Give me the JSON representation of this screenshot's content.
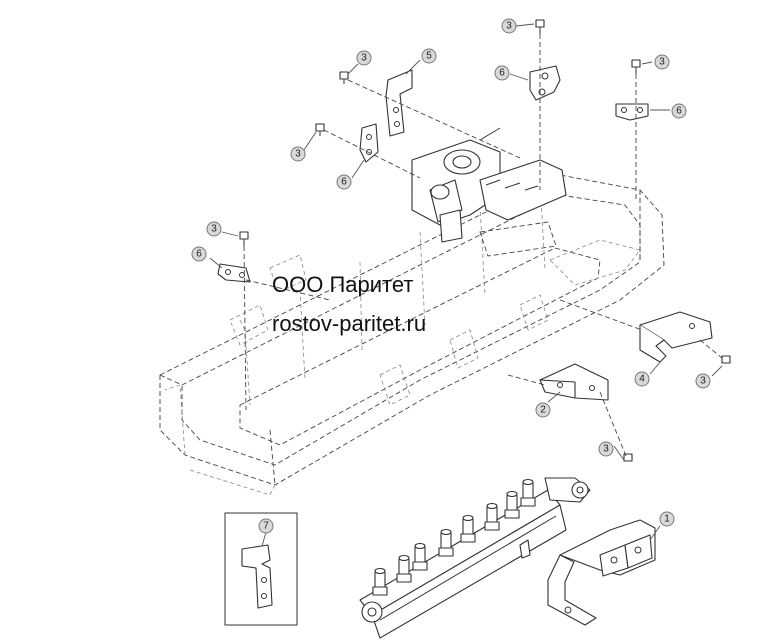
{
  "watermark": {
    "line1": "ООО Паритет",
    "line2": "rostov-paritet.ru"
  },
  "callouts": {
    "c1": "1",
    "c2": "2",
    "c3a": "3",
    "c3b": "3",
    "c3c": "3",
    "c3d": "3",
    "c3e": "3",
    "c3f": "3",
    "c3g": "3",
    "c4": "4",
    "c5": "5",
    "c6a": "6",
    "c6b": "6",
    "c6c": "6",
    "c6d": "6",
    "c7": "7"
  }
}
